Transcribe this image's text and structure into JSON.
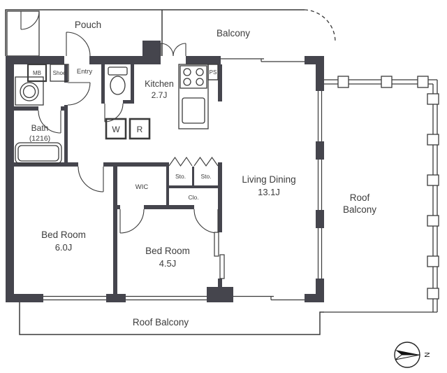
{
  "plan": {
    "rooms": {
      "pouch": "Pouch",
      "balcony": "Balcony",
      "entry": "Entry",
      "kitchen": "Kitchen",
      "kitchen_size": "2.7J",
      "bath": "Bath",
      "bath_size": "(1216)",
      "living": "Living Dining",
      "living_size": "13.1J",
      "bedroom1": "Bed Room",
      "bedroom1_size": "6.0J",
      "bedroom2": "Bed Room",
      "bedroom2_size": "4.5J",
      "roof_balcony_right_line1": "Roof",
      "roof_balcony_right_line2": "Balcony",
      "roof_balcony_bottom": "Roof Balcony"
    },
    "fixtures": {
      "mb": "MB",
      "shoe": "Shoe",
      "ps": "PS",
      "washer": "W",
      "fridge": "R",
      "wic": "WIC",
      "sto1": "Sto.",
      "sto2": "Sto.",
      "clo": "Clo."
    },
    "compass": {
      "north": "N"
    },
    "colors": {
      "wall": "#45454d",
      "line": "#3a3a3a",
      "text": "#3c3c3c",
      "background": "#ffffff"
    }
  }
}
